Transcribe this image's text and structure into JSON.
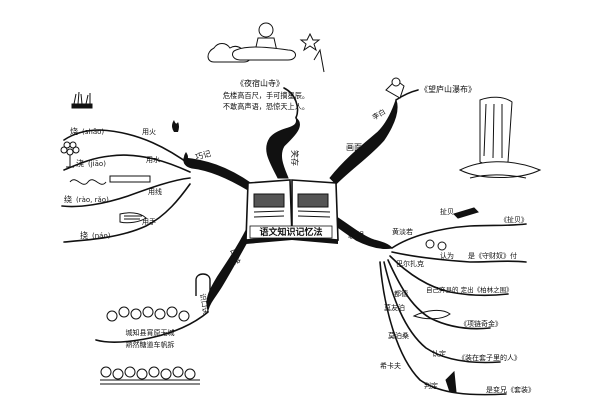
{
  "center": {
    "title": "语文知识记忆法"
  },
  "branches": {
    "left_upper": {
      "label": "巧记"
    },
    "top": {
      "label": "笑存"
    },
    "right_upper": {
      "label": "画面"
    },
    "right_lower": {
      "label": "联想"
    },
    "left_lower": {
      "label": "口诀"
    }
  },
  "left_upper_items": [
    {
      "char": "烧",
      "pinyin": "(shāo)",
      "hint": "用火"
    },
    {
      "char": "浇",
      "pinyin": "(jiāo)",
      "hint": "用水"
    },
    {
      "char": "绕",
      "pinyin": "(rào, rǎo)",
      "hint": "用线"
    },
    {
      "char": "挠",
      "pinyin": "(náo)",
      "hint": "用手"
    }
  ],
  "left_lower": {
    "sub_label": "识口诀",
    "lines": [
      "城知县宵原无城",
      "熟然糖道车帆拆"
    ]
  },
  "top_poem": {
    "title": "《夜宿山寺》",
    "lines": [
      "危楼高百尺，手可摘星辰。",
      "不敢高声语，恐惊天上人。"
    ]
  },
  "right_upper": {
    "sub_label": "李白",
    "title": "《望庐山瀑布》"
  },
  "right_lower_items": [
    {
      "branch": "黄淡若",
      "sub": "扯贝",
      "text": "《扯贝》"
    },
    {
      "branch": "巴尔扎克",
      "sub": "认为",
      "text": "是《守财奴》付"
    },
    {
      "branch": "都德",
      "sub": "",
      "text": "自己弃县的  定出《柏林之围》"
    },
    {
      "branch": "莫友泊",
      "sub": "",
      "text": "《项链奇金》"
    },
    {
      "branch": "莫泊桑",
      "sub": "认定",
      "text": "《装在套子里的人》"
    },
    {
      "branch": "希卡夫",
      "sub": "判定",
      "text": "是变兄《套装》"
    }
  ]
}
